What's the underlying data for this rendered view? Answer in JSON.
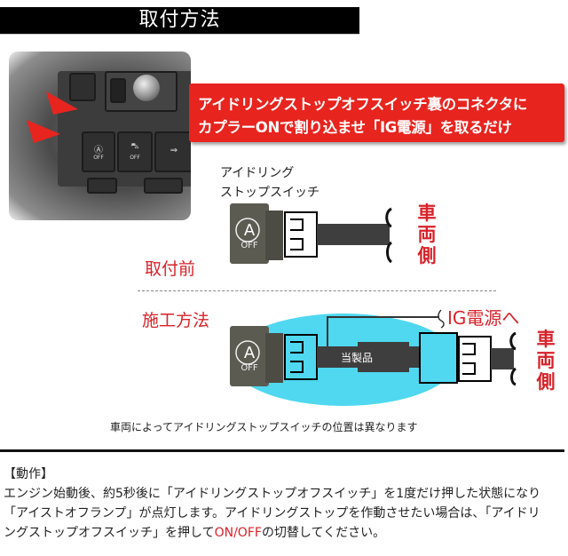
{
  "header": {
    "title": "取付方法"
  },
  "photo": {
    "buttons": [
      {
        "icon": "idling-stop-off-icon",
        "label": "OFF"
      },
      {
        "icon": "vehicle-dynamics-off-icon",
        "label": "OFF"
      },
      {
        "icon": "tailgate-icon",
        "label": ""
      }
    ]
  },
  "callout": {
    "line1": "アイドリングストップオフスイッチ裏のコネクタに",
    "line2": "カプラーONで割り込ませ「IG電源」を取るだけ"
  },
  "before": {
    "switch_label_line1": "アイドリング",
    "switch_label_line2": "ストップスイッチ",
    "switch_letter": "A",
    "switch_off": "OFF",
    "section_label": "取付前",
    "vehicle_side": [
      "車",
      "両",
      "側"
    ]
  },
  "after": {
    "section_label": "施工方法",
    "switch_letter": "A",
    "switch_off": "OFF",
    "product_label": "当製品",
    "ig_label": "IG電源へ",
    "vehicle_side": [
      "車",
      "両",
      "側"
    ],
    "highlight_color": "#4fd8f0"
  },
  "note": "車両によってアイドリングストップスイッチの位置は異なります",
  "operation": {
    "heading": "【動作】",
    "line1": "エンジン始動後、約5秒後に「アイドリングストップオフスイッチ」を1度だけ押した状態になり",
    "line2": "「アイストオフランプ」が点灯します。アイドリングストップを作動させたい場合は、「アイドリ",
    "line3_before": "ングストップオフスイッチ」を押して",
    "line3_red": "ON/OFF",
    "line3_after": "の切替してください。"
  },
  "colors": {
    "accent_red": "#e8241f",
    "text_red": "#d8222a",
    "switch_body": "#5c5b52",
    "cable": "#3e3e3e"
  }
}
